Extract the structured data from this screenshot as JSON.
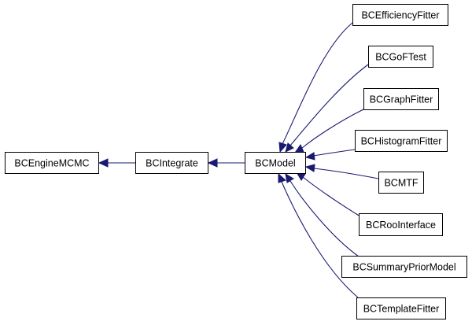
{
  "diagram": {
    "type": "class-inheritance-graph",
    "colors": {
      "edge": "#191970",
      "node_border": "#000000",
      "node_fill": "#ffffff",
      "text": "#000000"
    },
    "nodes": [
      {
        "id": "engine",
        "label": "BCEngineMCMC"
      },
      {
        "id": "integrate",
        "label": "BCIntegrate"
      },
      {
        "id": "model",
        "label": "BCModel"
      },
      {
        "id": "efficiency",
        "label": "BCEfficiencyFitter"
      },
      {
        "id": "goftest",
        "label": "BCGoFTest"
      },
      {
        "id": "graph",
        "label": "BCGraphFitter"
      },
      {
        "id": "histogram",
        "label": "BCHistogramFitter"
      },
      {
        "id": "mtf",
        "label": "BCMTF"
      },
      {
        "id": "roo",
        "label": "BCRooInterface"
      },
      {
        "id": "summary",
        "label": "BCSummaryPriorModel"
      },
      {
        "id": "template",
        "label": "BCTemplateFitter"
      }
    ],
    "edges": [
      {
        "from": "integrate",
        "to": "engine"
      },
      {
        "from": "model",
        "to": "integrate"
      },
      {
        "from": "efficiency",
        "to": "model"
      },
      {
        "from": "goftest",
        "to": "model"
      },
      {
        "from": "graph",
        "to": "model"
      },
      {
        "from": "histogram",
        "to": "model"
      },
      {
        "from": "mtf",
        "to": "model"
      },
      {
        "from": "roo",
        "to": "model"
      },
      {
        "from": "summary",
        "to": "model"
      },
      {
        "from": "template",
        "to": "model"
      }
    ]
  }
}
